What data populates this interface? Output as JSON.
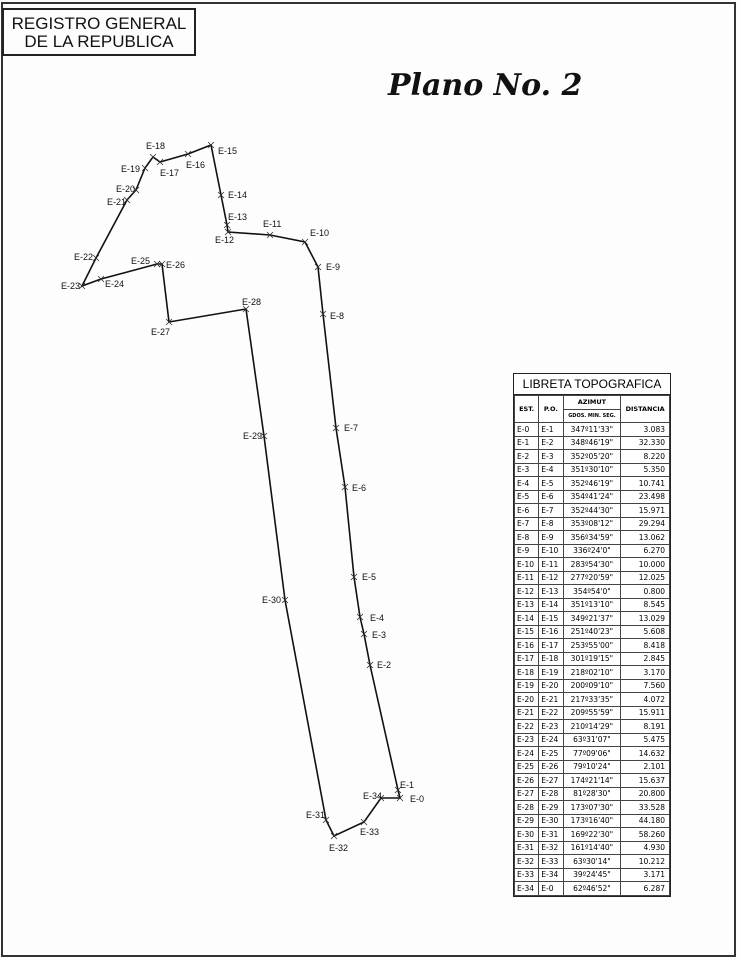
{
  "header": {
    "registry_line1": "REGISTRO GENERAL",
    "registry_line2": "DE LA REPUBLICA",
    "plan_title": "Plano No. 2"
  },
  "plan": {
    "points": [
      "E-0",
      "E-1",
      "E-2",
      "E-3",
      "E-4",
      "E-5",
      "E-6",
      "E-7",
      "E-8",
      "E-9",
      "E-10",
      "E-11",
      "E-12",
      "E-13",
      "E-14",
      "E-15",
      "E-16",
      "E-17",
      "E-18",
      "E-19",
      "E-20",
      "E-21",
      "E-22",
      "E-23",
      "E-24",
      "E-25",
      "E-26",
      "E-27",
      "E-28",
      "E-29",
      "E-30",
      "E-31",
      "E-32",
      "E-33",
      "E-34"
    ]
  },
  "table": {
    "title": "LIBRETA TOPOGRAFICA",
    "headers": {
      "est": "EST.",
      "po": "P.O.",
      "azimut": "AZIMUT",
      "azimut_sub": "GDOS.  MIN.  SEG.",
      "distancia": "DISTANCIA"
    },
    "rows": [
      [
        "E-0",
        "E-1",
        "347º11'33\"",
        "3.083"
      ],
      [
        "E-1",
        "E-2",
        "348º46'19\"",
        "32.330"
      ],
      [
        "E-2",
        "E-3",
        "352º05'20\"",
        "8.220"
      ],
      [
        "E-3",
        "E-4",
        "351º30'10\"",
        "5.350"
      ],
      [
        "E-4",
        "E-5",
        "352º46'19\"",
        "10.741"
      ],
      [
        "E-5",
        "E-6",
        "354º41'24\"",
        "23.498"
      ],
      [
        "E-6",
        "E-7",
        "352º44'30\"",
        "15.971"
      ],
      [
        "E-7",
        "E-8",
        "353º08'12\"",
        "29.294"
      ],
      [
        "E-8",
        "E-9",
        "356º34'59\"",
        "13.062"
      ],
      [
        "E-9",
        "E-10",
        "336º24'0\"",
        "6.270"
      ],
      [
        "E-10",
        "E-11",
        "283º54'30\"",
        "10.000"
      ],
      [
        "E-11",
        "E-12",
        "277º20'59\"",
        "12.025"
      ],
      [
        "E-12",
        "E-13",
        "354º54'0\"",
        "0.800"
      ],
      [
        "E-13",
        "E-14",
        "351º13'10\"",
        "8.545"
      ],
      [
        "E-14",
        "E-15",
        "349º21'37\"",
        "13.029"
      ],
      [
        "E-15",
        "E-16",
        "251º40'23\"",
        "5.608"
      ],
      [
        "E-16",
        "E-17",
        "253º55'00\"",
        "8.418"
      ],
      [
        "E-17",
        "E-18",
        "301º19'15\"",
        "2.845"
      ],
      [
        "E-18",
        "E-19",
        "218º02'10\"",
        "3.170"
      ],
      [
        "E-19",
        "E-20",
        "200º09'10\"",
        "7.560"
      ],
      [
        "E-20",
        "E-21",
        "217º33'35\"",
        "4.072"
      ],
      [
        "E-21",
        "E-22",
        "209º55'59\"",
        "15.911"
      ],
      [
        "E-22",
        "E-23",
        "210º14'29\"",
        "8.191"
      ],
      [
        "E-23",
        "E-24",
        "63º31'07\"",
        "5.475"
      ],
      [
        "E-24",
        "E-25",
        "77º09'06\"",
        "14.632"
      ],
      [
        "E-25",
        "E-26",
        "79º10'24\"",
        "2.101"
      ],
      [
        "E-26",
        "E-27",
        "174º21'14\"",
        "15.637"
      ],
      [
        "E-27",
        "E-28",
        "81º28'30\"",
        "20.800"
      ],
      [
        "E-28",
        "E-29",
        "173º07'30\"",
        "33.528"
      ],
      [
        "E-29",
        "E-30",
        "173º16'40\"",
        "44.180"
      ],
      [
        "E-30",
        "E-31",
        "169º22'30\"",
        "58.260"
      ],
      [
        "E-31",
        "E-32",
        "161º14'40\"",
        "4.930"
      ],
      [
        "E-32",
        "E-33",
        "63º30'14\"",
        "10.212"
      ],
      [
        "E-33",
        "E-34",
        "39º24'45\"",
        "3.171"
      ],
      [
        "E-34",
        "E-0",
        "62º46'52\"",
        "6.287"
      ]
    ]
  }
}
